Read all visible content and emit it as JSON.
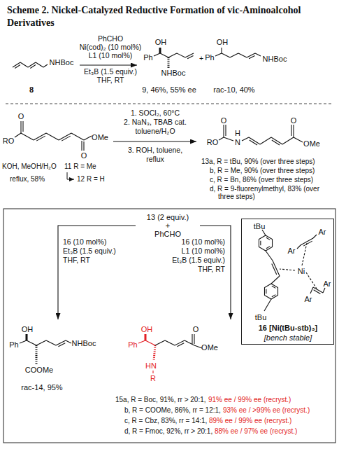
{
  "diagram": {
    "title": "Scheme 2. Nickel-Catalyzed Reductive Formation of vic-Aminoalcohol Derivatives",
    "nodes": [
      {
        "text": [
          "NHBoc",
          "8"
        ]
      },
      {
        "text": [
          "OH",
          "Ph",
          "NHBoc",
          "9, 46%, 55% ee"
        ]
      },
      {
        "text": [
          "OH",
          "Ph",
          "NHBoc",
          "rac-10, 40%"
        ]
      },
      {
        "text": [
          "O",
          "RO",
          "O",
          "OMe",
          "11 R = Me",
          "12 R = H"
        ]
      },
      {
        "text": [
          "O",
          "RO",
          "H",
          "N",
          "O",
          "OMe",
          "13a, R = tBu, 90% (over three steps)",
          "b, R = Me, 90% (over three steps)",
          "c, R = Bn, 86% (over three steps)",
          "d, R = 9-fluorenylmethyl, 83% (over three steps)"
        ]
      },
      {
        "text": [
          "13 (2 equiv.)",
          "+",
          "PhCHO"
        ]
      },
      {
        "text": [
          "tBu",
          "Ar",
          "Ar",
          "Ni",
          "Ar",
          "Ar",
          "tBu",
          "16 [Ni(tBu-stb)₃]",
          "[bench stable]"
        ]
      },
      {
        "text": [
          "OH",
          "Ph",
          "COOMe",
          "NHBoc",
          "rac-14, 95%"
        ]
      },
      {
        "text": [
          "OH",
          "Ph",
          "HN",
          "R",
          "O",
          "OMe",
          "15a, R = Boc, 91%, rr > 20:1,",
          "91% ee / 99% ee (recryst.)",
          "b, R = COOMe, 86%, rr = 12:1,",
          "93% ee / >99% ee (recryst.)",
          "c, R = Cbz, 83%, rr = 14:1,",
          "89% ee / 99% ee (recryst.)",
          "d, R = Fmoc, 92%, rr > 20:1,",
          "88% ee / 97% ee (recryst.)"
        ]
      }
    ],
    "edges": [
      {
        "from": 0,
        "to": 1,
        "arrow": "to"
      },
      {
        "from": 3,
        "to": 4,
        "arrow": "to"
      },
      {
        "from": 5,
        "to": 7,
        "arrow": "to"
      },
      {
        "from": 5,
        "to": 8,
        "arrow": "to"
      }
    ],
    "labels": [
      "PhCHO",
      "Ni(cod)₂ (10 mol%)",
      "L1 (10 mol%)",
      "Et₃B (1.5 equiv.)",
      "THF, RT",
      "+",
      "1. SOCl₂, 60°C",
      "2. NaN₃, TBAB cat.",
      "toluene/H₂O",
      "3. ROH, toluene,",
      "reflux",
      "KOH, MeOH/H₂O",
      "reflux, 58%",
      "16 (10 mol%)",
      "Et₃B (1.5 equiv.)",
      "THF, RT",
      "16 (10 mol%)",
      "L1 (10 mol%)",
      "Et₃B (1.5 equiv.)",
      "THF, RT"
    ]
  }
}
